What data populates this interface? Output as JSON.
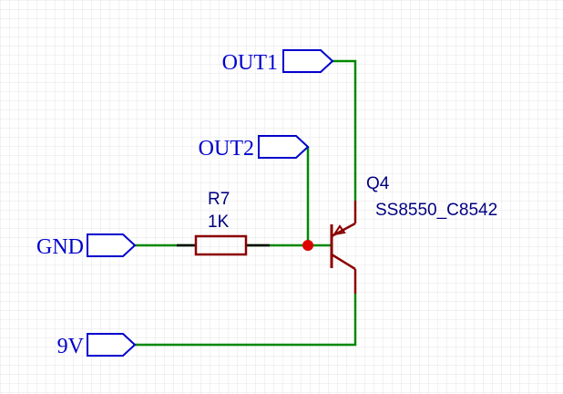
{
  "colors": {
    "grid": "#e6e6e6",
    "wire": "#008800",
    "component": "#8b0000",
    "port": "#0000cc",
    "junction": "#dd0000",
    "label": "#000080"
  },
  "ports": {
    "out1": {
      "label": "OUT1"
    },
    "out2": {
      "label": "OUT2"
    },
    "gnd": {
      "label": "GND"
    },
    "v9": {
      "label": "9V"
    }
  },
  "resistor": {
    "designator": "R7",
    "value": "1K"
  },
  "transistor": {
    "designator": "Q4",
    "part": "SS8550_C8542"
  }
}
